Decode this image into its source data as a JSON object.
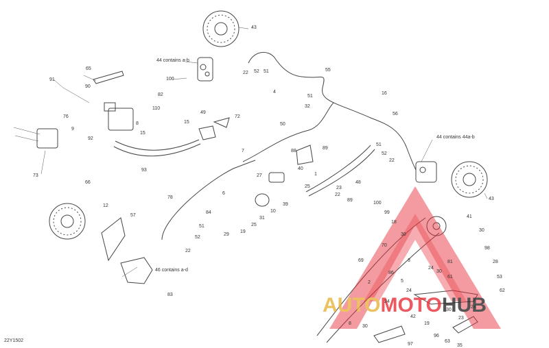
{
  "diagram": {
    "code": "22Y1502",
    "labels": [
      {
        "id": "l43a",
        "text": "43"
      },
      {
        "id": "l44a",
        "text": "44 contains a-b"
      },
      {
        "id": "l22a",
        "text": "22"
      },
      {
        "id": "l52a",
        "text": "52"
      },
      {
        "id": "l51a",
        "text": "51"
      },
      {
        "id": "l55",
        "text": "55"
      },
      {
        "id": "l65",
        "text": "65"
      },
      {
        "id": "l91",
        "text": "91"
      },
      {
        "id": "l90",
        "text": "90"
      },
      {
        "id": "l100a",
        "text": "100"
      },
      {
        "id": "l4",
        "text": "4"
      },
      {
        "id": "l51b",
        "text": "51"
      },
      {
        "id": "l32",
        "text": "32"
      },
      {
        "id": "l16",
        "text": "16"
      },
      {
        "id": "l82",
        "text": "82"
      },
      {
        "id": "l76",
        "text": "76"
      },
      {
        "id": "l110",
        "text": "110"
      },
      {
        "id": "l8",
        "text": "8"
      },
      {
        "id": "l15a",
        "text": "15"
      },
      {
        "id": "l49",
        "text": "49"
      },
      {
        "id": "l72",
        "text": "72"
      },
      {
        "id": "l50",
        "text": "50"
      },
      {
        "id": "l56",
        "text": "56"
      },
      {
        "id": "l9",
        "text": "9"
      },
      {
        "id": "l92",
        "text": "92"
      },
      {
        "id": "l15b",
        "text": "15"
      },
      {
        "id": "l73",
        "text": "73"
      },
      {
        "id": "l93",
        "text": "93"
      },
      {
        "id": "l7",
        "text": "7"
      },
      {
        "id": "l88",
        "text": "88"
      },
      {
        "id": "l89",
        "text": "89"
      },
      {
        "id": "l44b",
        "text": "44 contains 44a-b"
      },
      {
        "id": "l51c",
        "text": "51"
      },
      {
        "id": "l52b",
        "text": "52"
      },
      {
        "id": "l22b",
        "text": "22"
      },
      {
        "id": "l27",
        "text": "27"
      },
      {
        "id": "l40",
        "text": "40"
      },
      {
        "id": "l1",
        "text": "1"
      },
      {
        "id": "l25a",
        "text": "25"
      },
      {
        "id": "l48",
        "text": "48"
      },
      {
        "id": "l66",
        "text": "66"
      },
      {
        "id": "l6",
        "text": "6"
      },
      {
        "id": "l23a",
        "text": "23"
      },
      {
        "id": "l22c",
        "text": "22"
      },
      {
        "id": "l89b",
        "text": "89"
      },
      {
        "id": "l43b",
        "text": "43"
      },
      {
        "id": "l78",
        "text": "78"
      },
      {
        "id": "l39",
        "text": "39"
      },
      {
        "id": "l10",
        "text": "10"
      },
      {
        "id": "l100b",
        "text": "100"
      },
      {
        "id": "l12",
        "text": "12"
      },
      {
        "id": "l57",
        "text": "57"
      },
      {
        "id": "l84",
        "text": "84"
      },
      {
        "id": "l31",
        "text": "31"
      },
      {
        "id": "l25b",
        "text": "25"
      },
      {
        "id": "l51d",
        "text": "51"
      },
      {
        "id": "l99",
        "text": "99"
      },
      {
        "id": "l41",
        "text": "41"
      },
      {
        "id": "l29",
        "text": "29"
      },
      {
        "id": "l19a",
        "text": "19"
      },
      {
        "id": "l52c",
        "text": "52"
      },
      {
        "id": "l22d",
        "text": "22"
      },
      {
        "id": "l18",
        "text": "18"
      },
      {
        "id": "l30a",
        "text": "30"
      },
      {
        "id": "l30b",
        "text": "30"
      },
      {
        "id": "l70",
        "text": "70"
      },
      {
        "id": "l98",
        "text": "98"
      },
      {
        "id": "l46",
        "text": "46 contains a-d"
      },
      {
        "id": "l69",
        "text": "69"
      },
      {
        "id": "l3",
        "text": "3"
      },
      {
        "id": "l81",
        "text": "81"
      },
      {
        "id": "l28",
        "text": "28"
      },
      {
        "id": "l24a",
        "text": "24"
      },
      {
        "id": "l30c",
        "text": "30"
      },
      {
        "id": "l86",
        "text": "86"
      },
      {
        "id": "l5",
        "text": "5"
      },
      {
        "id": "l61",
        "text": "61"
      },
      {
        "id": "l53",
        "text": "53"
      },
      {
        "id": "l83",
        "text": "83"
      },
      {
        "id": "l2",
        "text": "2"
      },
      {
        "id": "l24b",
        "text": "24"
      },
      {
        "id": "l62",
        "text": "62"
      },
      {
        "id": "l24c",
        "text": "24"
      },
      {
        "id": "l42",
        "text": "42"
      },
      {
        "id": "l30d",
        "text": "30"
      },
      {
        "id": "l24d",
        "text": "24"
      },
      {
        "id": "l23b",
        "text": "23"
      },
      {
        "id": "l8b",
        "text": "8"
      },
      {
        "id": "l30e",
        "text": "30"
      },
      {
        "id": "l19b",
        "text": "19"
      },
      {
        "id": "l96",
        "text": "96"
      },
      {
        "id": "l63",
        "text": "63"
      },
      {
        "id": "l97",
        "text": "97"
      },
      {
        "id": "l35",
        "text": "35"
      }
    ]
  },
  "watermark": {
    "text_a": "AUTO",
    "text_b": "MOTO",
    "text_c": "HUB",
    "color_gold": "#e8b43a",
    "color_red": "#e8303a",
    "color_dark": "#2b2b2b"
  }
}
